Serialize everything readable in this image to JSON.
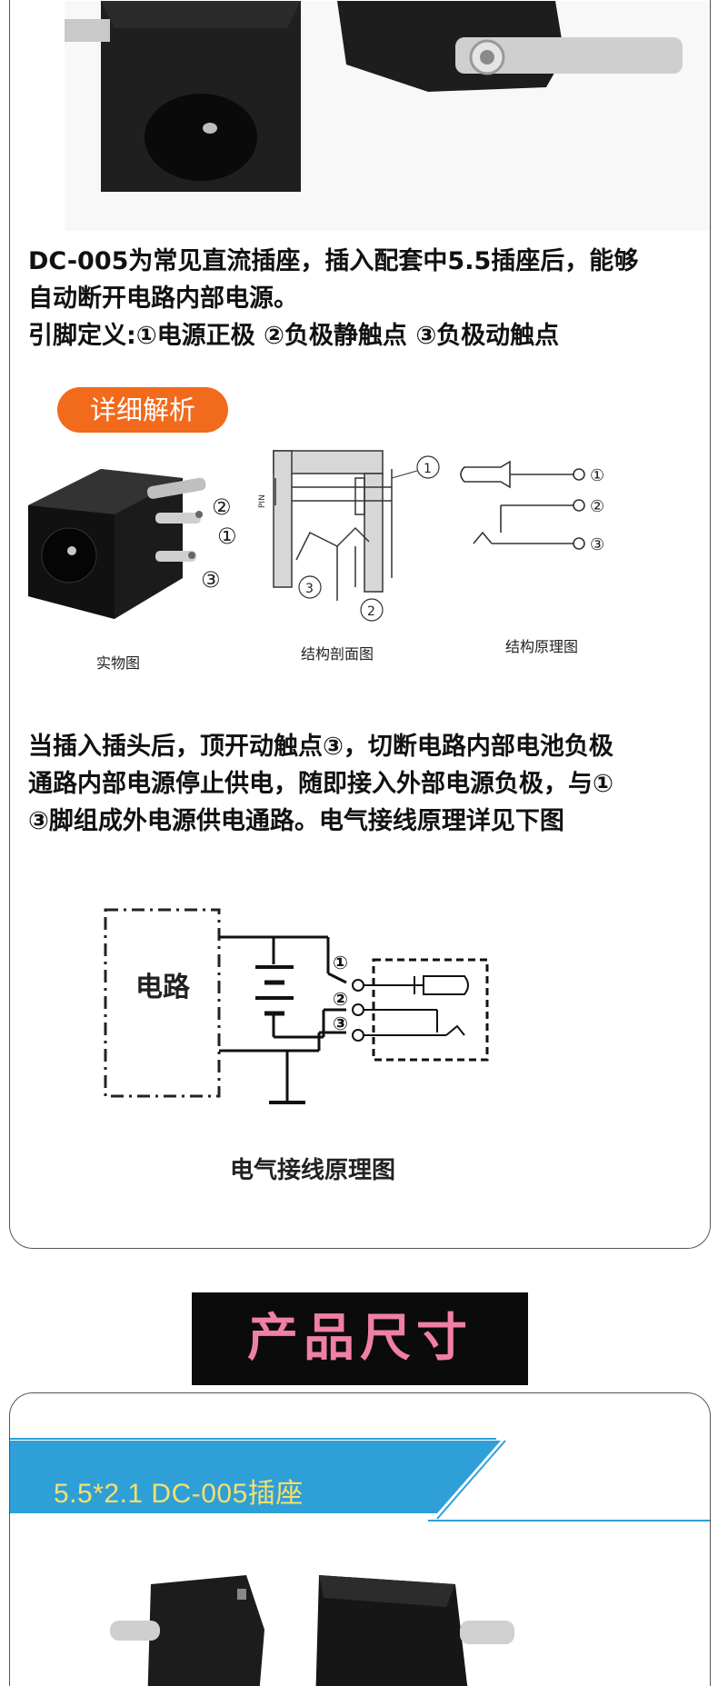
{
  "description": {
    "line1": "DC-005为常见直流插座，插入配套中5.5插座后，能够",
    "line2": "自动断开电路内部电源。",
    "line3": "引脚定义:①电源正极 ②负极静触点 ③负极动触点"
  },
  "detail_badge": "详细解析",
  "diagram": {
    "caption_physical": "实物图",
    "caption_section": "结构剖面图",
    "caption_principle": "结构原理图",
    "pin1": "①",
    "pin2": "②",
    "pin3": "③",
    "pin_label": "PIN",
    "sec_pin1": "1",
    "sec_pin2": "2",
    "sec_pin3": "3"
  },
  "explanation": {
    "line1": "当插入插头后，顶开动触点③，切断电路内部电池负极",
    "line2": "通路内部电源停止供电，随即接入外部电源负极，与①",
    "line3": "③脚组成外电源供电通路。电气接线原理详见下图"
  },
  "wiring": {
    "circuit_label": "电路",
    "caption": "电气接线原理图",
    "pin1": "①",
    "pin2": "②",
    "pin3": "③"
  },
  "section_title": "产品尺寸",
  "banner": {
    "title": "5.5*2.1 DC-005插座",
    "color": "#2f9fd8"
  }
}
